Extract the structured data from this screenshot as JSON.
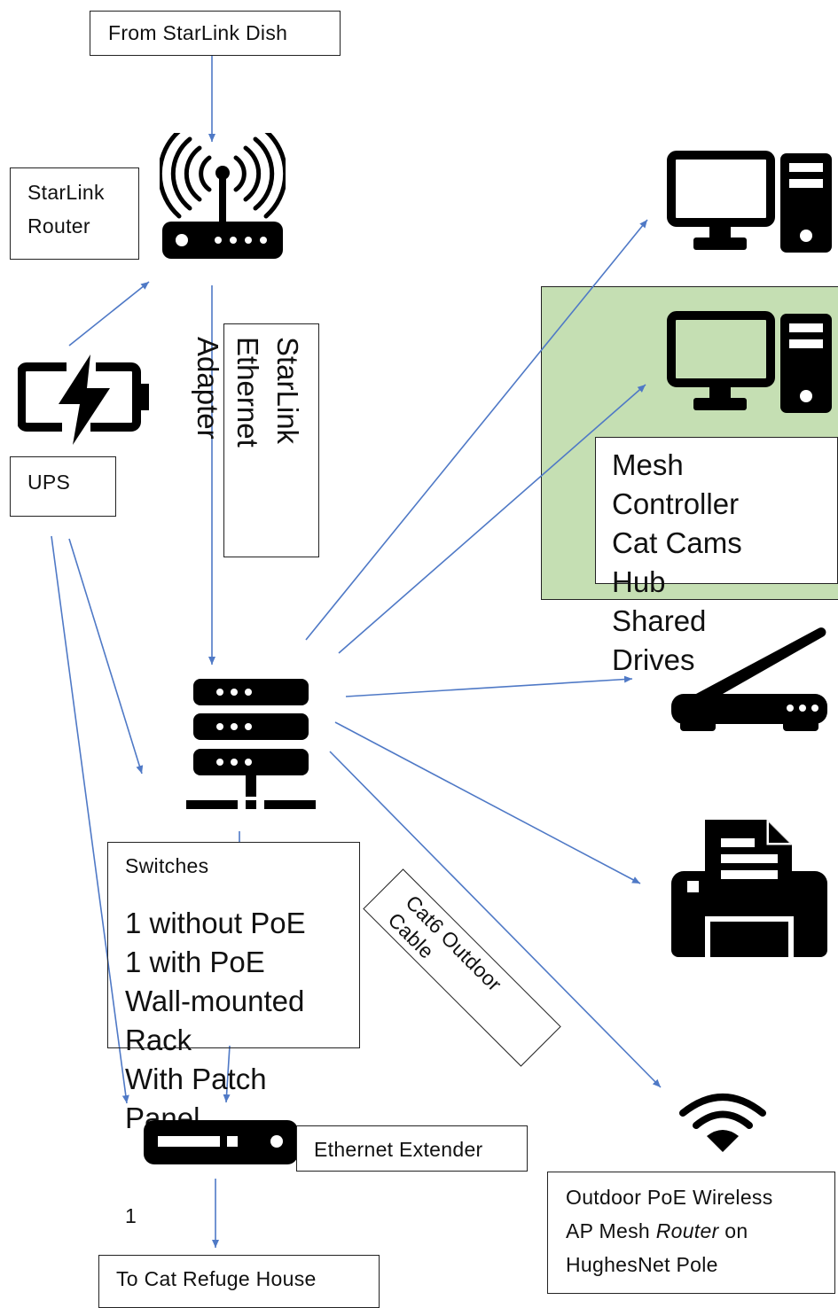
{
  "labels": {
    "starlink_dish": "From StarLink Dish",
    "starlink_router": [
      "StarLink",
      "Router"
    ],
    "ups": "UPS",
    "ethernet_adapter": [
      "StarLink",
      "Ethernet",
      "Adapter"
    ],
    "mesh_controller": [
      "Mesh",
      "Controller",
      "Cat Cams",
      "Hub",
      "Shared",
      "Drives"
    ],
    "switches_title": "Switches",
    "switches_details": [
      "1 without PoE",
      "1 with PoE",
      "Wall-mounted",
      "Rack",
      "With Patch",
      "Panel"
    ],
    "cat6_cable": [
      "Cat6 Outdoor",
      "Cable"
    ],
    "ethernet_extender": "Ethernet Extender",
    "extender_count": "1",
    "cat_refuge_house": "To Cat Refuge House",
    "outdoor_ap": [
      "Outdoor PoE Wireless",
      "AP Mesh ",
      "Router",
      " on",
      "HughesNet Pole"
    ]
  },
  "icons": [
    "router-icon",
    "battery-charging-icon",
    "desktop-computer-icon",
    "desktop-computer-icon",
    "scanner-icon",
    "printer-icon",
    "wifi-icon",
    "network-switch-icon",
    "ethernet-extender-icon"
  ],
  "colors": {
    "arrow": "#4f79c6",
    "highlight_area": "#c5dfb3"
  }
}
